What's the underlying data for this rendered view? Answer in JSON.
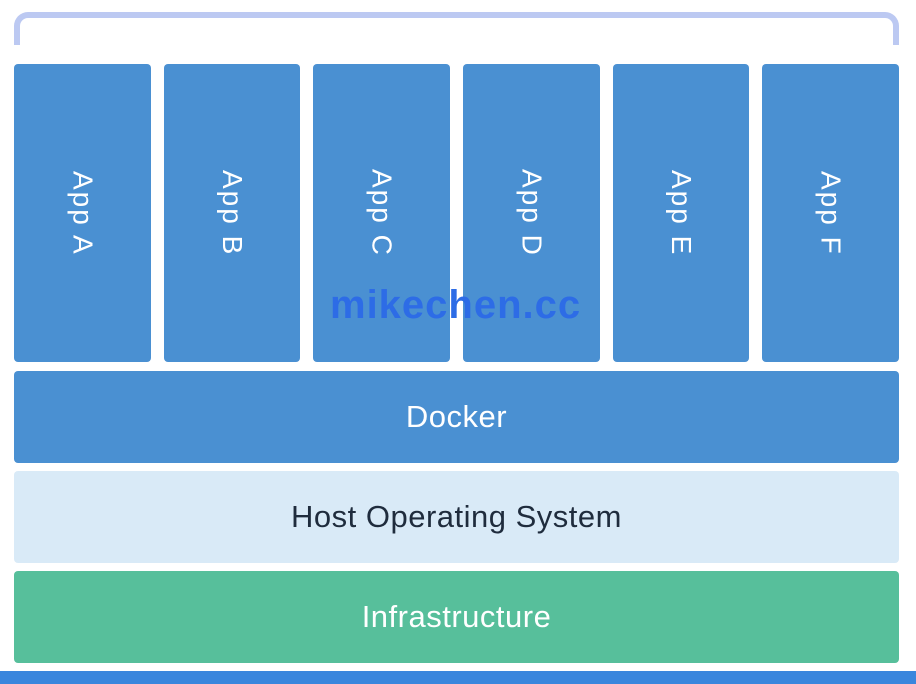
{
  "diagram": {
    "title_hint": "containerized-applications-stack",
    "apps": [
      "App A",
      "App B",
      "App C",
      "App D",
      "App E",
      "App F"
    ],
    "layers": [
      {
        "id": "docker",
        "label": "Docker"
      },
      {
        "id": "host-os",
        "label": "Host Operating System"
      },
      {
        "id": "infrastructure",
        "label": "Infrastructure"
      }
    ],
    "watermark": "mikechen.cc",
    "colors": {
      "app_blue": "#4a90d2",
      "docker_blue": "#4a90d2",
      "host_os_bg": "#d9eaf7",
      "host_os_text": "#1f2c3d",
      "infrastructure_green": "#57bf9b",
      "bottom_strip": "#3a86dd",
      "bracket": "#bcc9f2",
      "watermark_blue": "#2d6ce6"
    }
  }
}
